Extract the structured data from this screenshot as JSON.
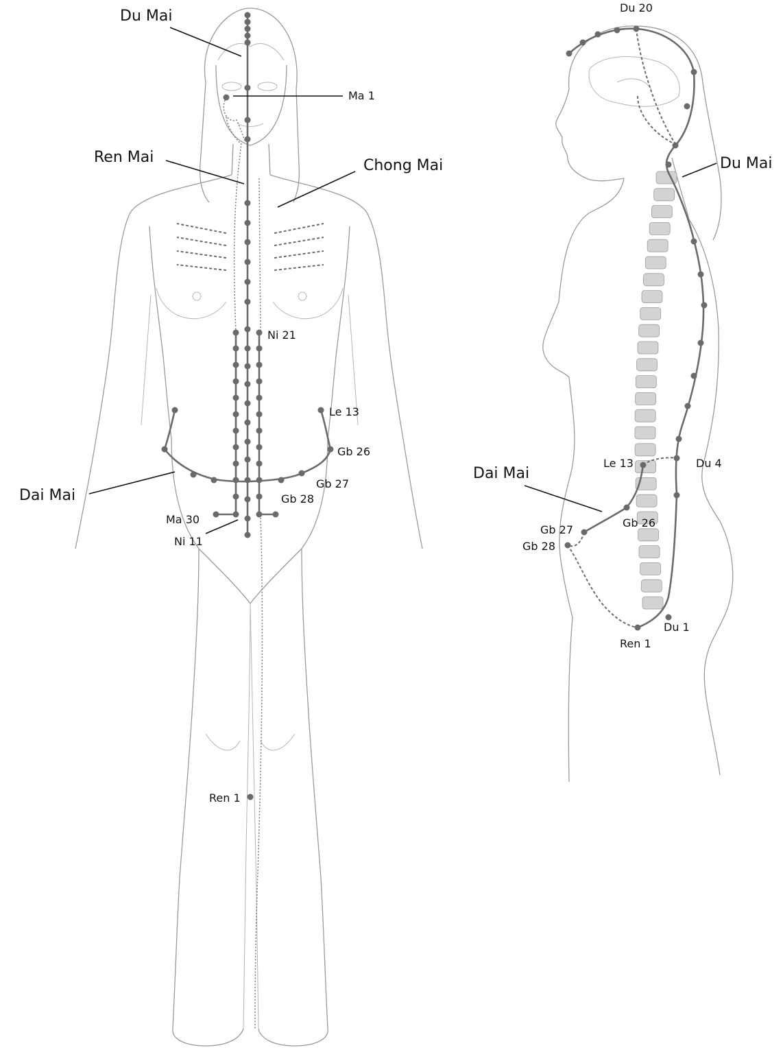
{
  "front_labels": {
    "du_mai": "Du Mai",
    "ren_mai": "Ren Mai",
    "chong_mai": "Chong Mai",
    "dai_mai": "Dai Mai",
    "ma1": "Ma 1",
    "ni21": "Ni 21",
    "le13": "Le 13",
    "gb26": "Gb 26",
    "gb27": "Gb 27",
    "gb28": "Gb 28",
    "ma30": "Ma 30",
    "ni11": "Ni 11",
    "ren1": "Ren 1"
  },
  "side_labels": {
    "du20": "Du 20",
    "du_mai": "Du Mai",
    "dai_mai": "Dai Mai",
    "le13": "Le 13",
    "du4": "Du 4",
    "gb27": "Gb 27",
    "gb26": "Gb 26",
    "gb28": "Gb 28",
    "du1": "Du 1",
    "ren1": "Ren 1"
  },
  "colors": {
    "channel": "#6a6a6a",
    "outline": "#9a9a9a",
    "spine": "#d3d3d3",
    "label": "#111111"
  }
}
